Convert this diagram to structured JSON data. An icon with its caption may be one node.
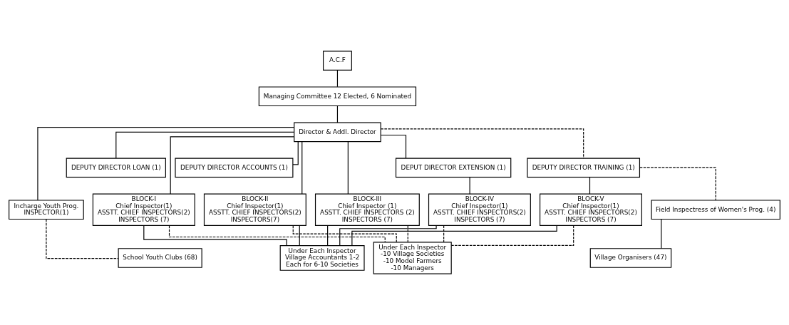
{
  "diagram": {
    "nodes": [
      {
        "text": [
          "A.C.F"
        ]
      },
      {
        "text": [
          "Managing Committee 12 Elected, 6 Nominated"
        ]
      },
      {
        "text": [
          "Director & Addl. Director"
        ]
      },
      {
        "text": [
          "DEPUTY DIRECTOR LOAN (1)"
        ]
      },
      {
        "text": [
          "DEPUTY DIRECTOR ACCOUNTS (1)"
        ]
      },
      {
        "text": [
          "DEPUT DIRECTOR EXTENSION (1)"
        ]
      },
      {
        "text": [
          "DEPUTY DIRECTOR TRAINING (1)"
        ]
      },
      {
        "text": [
          "Incharge Youth Prog.",
          "INSPECTOR(1)"
        ]
      },
      {
        "text": [
          "BLOCK-I",
          "Chief Inspector(1)",
          "ASSTT. CHIEF INSPECTORS(2)",
          "INSPECTORS (7)"
        ]
      },
      {
        "text": [
          "BLOCK-II",
          "Chief Inspector(1)",
          "ASSTT. CHIEF INSPECTORS(2)",
          "INSPECTORS(7)"
        ]
      },
      {
        "text": [
          "BLOCK-III",
          "Chief Inspector (1)",
          "ASSTT. CHIEF INSPECTORS (2)",
          "INSPECTORS (7)"
        ]
      },
      {
        "text": [
          "BLOCK-IV",
          "Chief Inspector(1)",
          "ASSTT. CHIEF INSPECTORS(2)",
          "INSPECTORS (7)"
        ]
      },
      {
        "text": [
          "BLOCK-V",
          "Chief Inspector(1)",
          "ASSTT. CHIEF INSPECTORS(2)",
          "INSPECTORS (7)"
        ]
      },
      {
        "text": [
          "Field Inspectress of Women's Prog. (4)"
        ]
      },
      {
        "text": [
          "School Youth Clubs (68)"
        ]
      },
      {
        "text": [
          "Under Each Inspector",
          "Village Accountants 1-2",
          "Each for 6-10 Societies"
        ]
      },
      {
        "text": [
          "Under Each Inspector",
          "-10 Village Societies",
          "-10 Model Farmers",
          "-10 Managers"
        ]
      },
      {
        "text": [
          "Village Organisers (47)"
        ]
      }
    ],
    "edges": [
      {
        "from": 0,
        "to": 1,
        "arrow": "none"
      },
      {
        "from": 1,
        "to": 2,
        "arrow": "none"
      },
      {
        "from": 2,
        "to": 3,
        "arrow": "none"
      },
      {
        "from": 2,
        "to": 4,
        "arrow": "none"
      },
      {
        "from": 2,
        "to": 5,
        "arrow": "none"
      },
      {
        "from": 2,
        "to": 6,
        "arrow": "none",
        "style": "dashed"
      },
      {
        "from": 2,
        "to": 7,
        "arrow": "none"
      },
      {
        "from": 2,
        "to": 8,
        "arrow": "none"
      },
      {
        "from": 2,
        "to": 9,
        "arrow": "none"
      },
      {
        "from": 2,
        "to": 10,
        "arrow": "none"
      },
      {
        "from": 5,
        "to": 11,
        "arrow": "none"
      },
      {
        "from": 6,
        "to": 12,
        "arrow": "none"
      },
      {
        "from": 6,
        "to": 13,
        "arrow": "none",
        "style": "dashed"
      },
      {
        "from": 7,
        "to": 14,
        "arrow": "none",
        "style": "dashed"
      },
      {
        "from": 8,
        "to": 15,
        "arrow": "none"
      },
      {
        "from": 9,
        "to": 15,
        "arrow": "none"
      },
      {
        "from": 10,
        "to": 15,
        "arrow": "none"
      },
      {
        "from": 11,
        "to": 15,
        "arrow": "none"
      },
      {
        "from": 12,
        "to": 15,
        "arrow": "none"
      },
      {
        "from": 8,
        "to": 16,
        "arrow": "none",
        "style": "dashed"
      },
      {
        "from": 9,
        "to": 16,
        "arrow": "none",
        "style": "dashed"
      },
      {
        "from": 10,
        "to": 16,
        "arrow": "none",
        "style": "dashed"
      },
      {
        "from": 11,
        "to": 16,
        "arrow": "none",
        "style": "dashed"
      },
      {
        "from": 12,
        "to": 16,
        "arrow": "none",
        "style": "dashed"
      },
      {
        "from": 13,
        "to": 17,
        "arrow": "none"
      }
    ]
  }
}
